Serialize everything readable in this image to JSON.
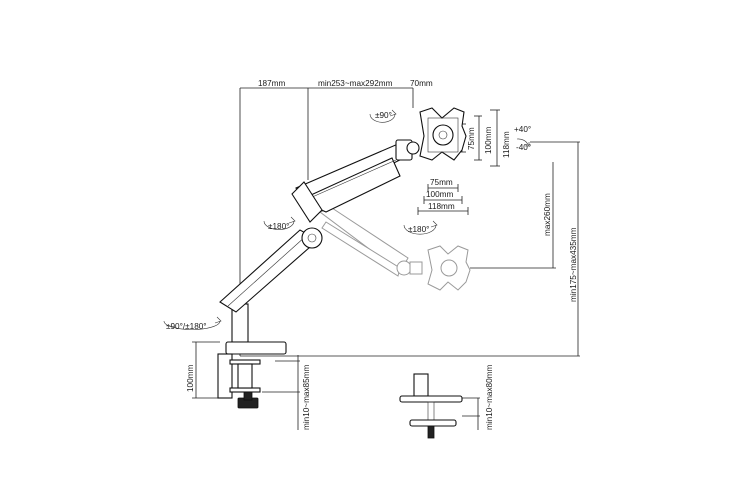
{
  "dimensions": {
    "top_left": "187mm",
    "top_mid": "min253~max292mm",
    "top_right": "70mm",
    "vesa_outer_h": "118mm",
    "vesa_mid_h": "100mm",
    "vesa_inner_h": "75mm",
    "vesa_inner_w": "75mm",
    "vesa_mid_w": "100mm",
    "vesa_outer_w": "118mm",
    "arm_drop": "max260mm",
    "total_height": "min175~max435mm",
    "clamp_height": "100mm",
    "clamp_range": "min10~max85mm",
    "grommet_range": "min10~max80mm"
  },
  "rotations": {
    "screen_rotate": "±90°",
    "tilt_up": "+40°",
    "tilt_down": "-40°",
    "swivel_head": "±180°",
    "swivel_arm": "±180°",
    "base_rotate": "±90°/±180°"
  },
  "icons": {
    "rotation_arrow": "rotate-arrow-icon"
  }
}
